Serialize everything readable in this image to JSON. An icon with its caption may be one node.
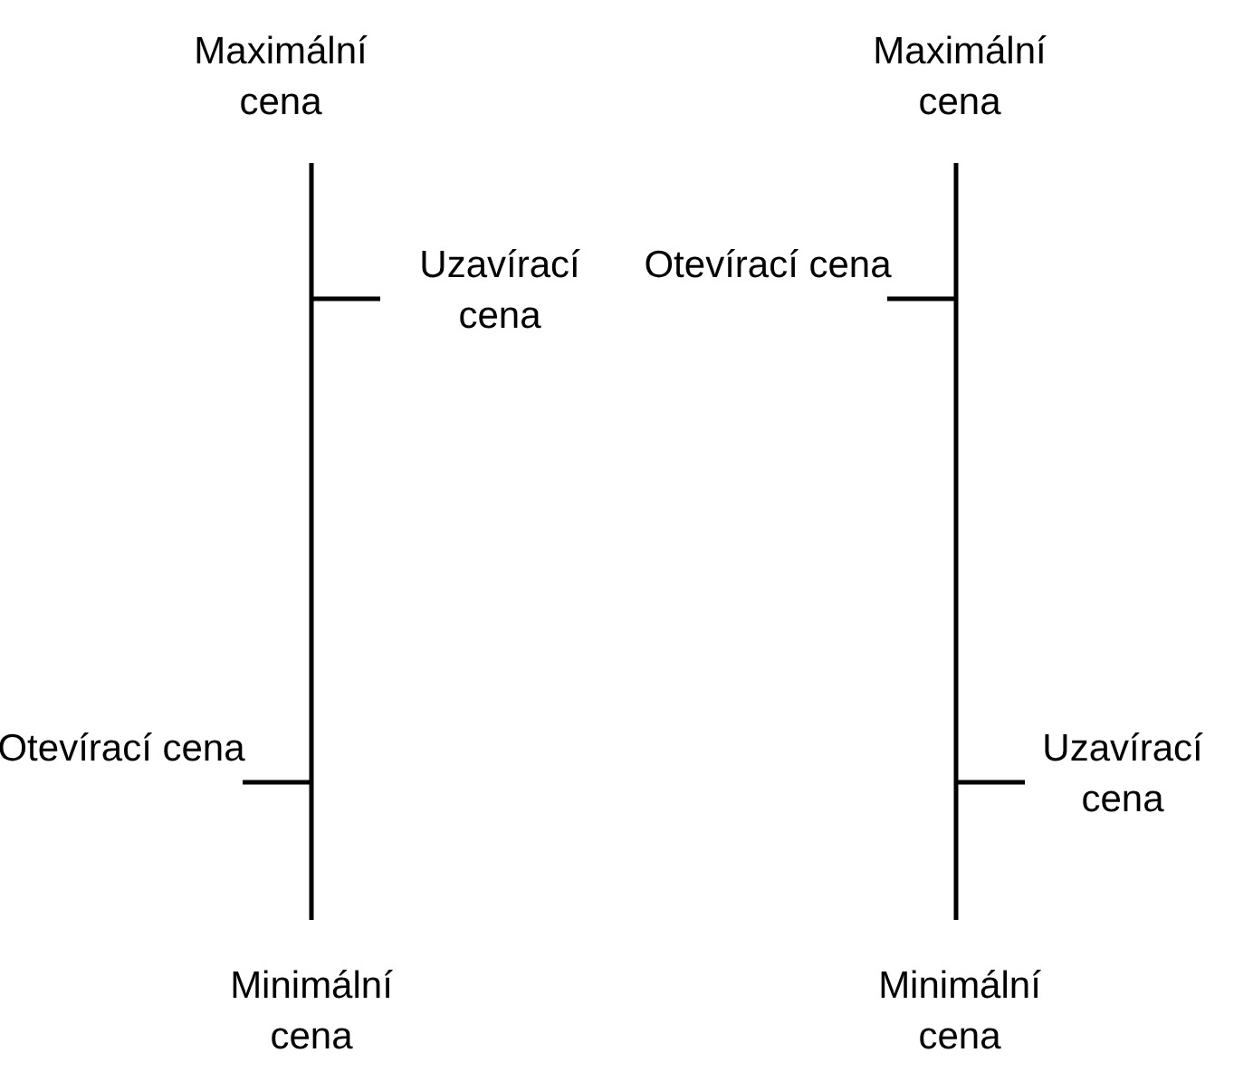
{
  "diagram": {
    "labels": [
      "Maximální cena",
      "Maximální cena",
      "Uzavírací cena",
      "Otevírací cena",
      "Otevírací cena",
      "Uzavírací cena",
      "Minimální cena",
      "Minimální cena"
    ]
  }
}
